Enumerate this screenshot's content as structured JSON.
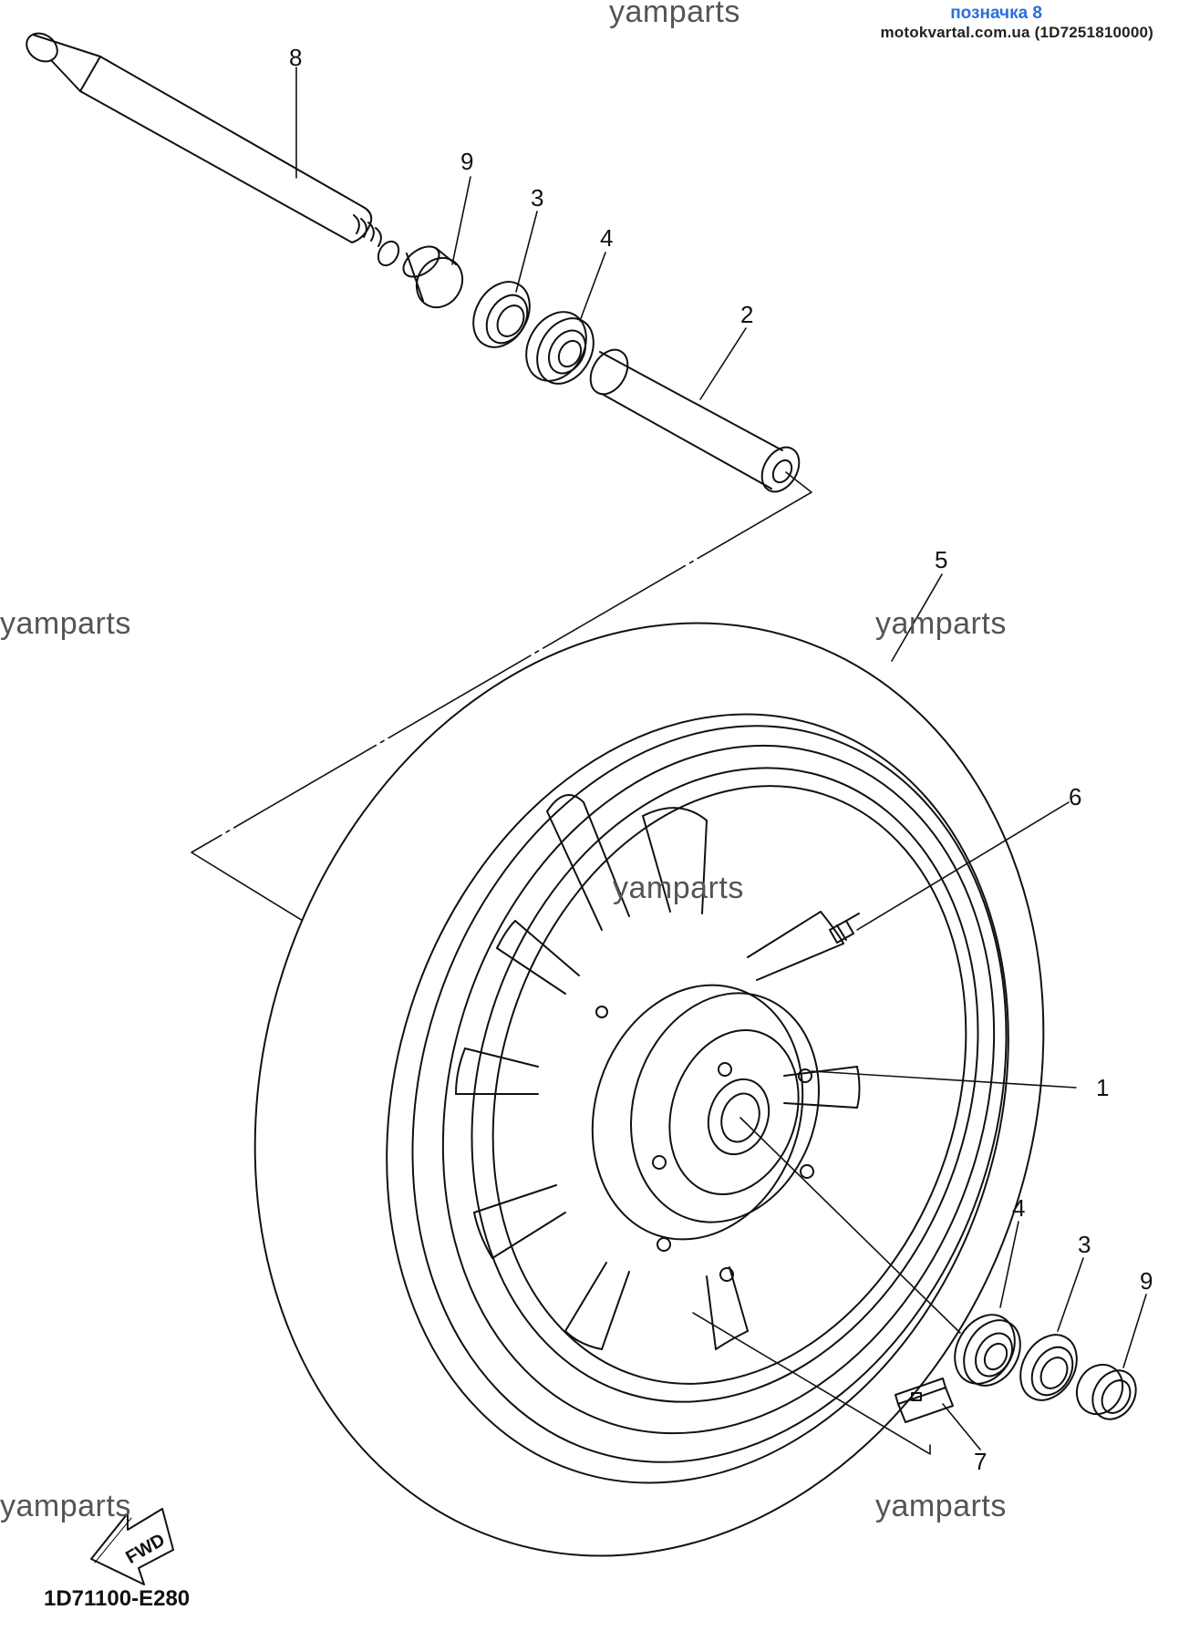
{
  "header": {
    "link_text": "позначка 8",
    "source_text": "motokvartal.com.ua (1D7251810000)"
  },
  "watermark": "yamparts",
  "part_code": "1D71100-E280",
  "fwd_label": "FWD",
  "callouts": {
    "axle": "8",
    "collar_top": "9",
    "seal_top": "3",
    "bearing_top": "4",
    "spacer": "2",
    "tire": "5",
    "valve": "6",
    "cast_wheel": "1",
    "bearing_bottom": "4",
    "seal_bottom": "3",
    "collar_bottom": "9",
    "balance_weight": "7"
  }
}
